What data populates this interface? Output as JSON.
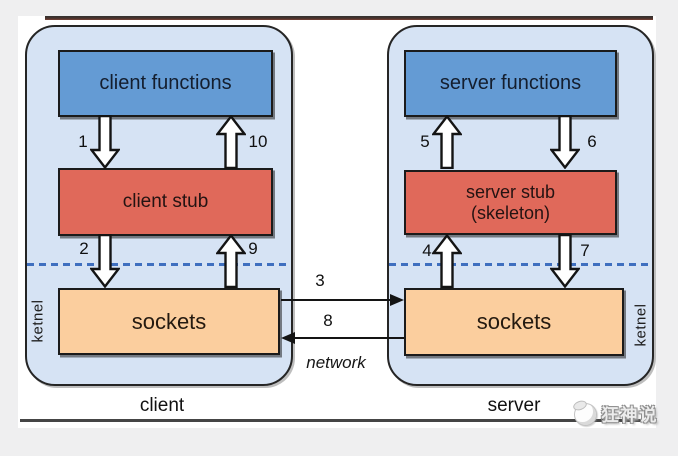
{
  "client": {
    "panel_label": "client",
    "kernel_label": "ketnel",
    "functions_box": "client functions",
    "stub_box": "client stub",
    "sockets_box": "sockets",
    "step_1": "1",
    "step_2": "2",
    "step_9": "9",
    "step_10": "10"
  },
  "server": {
    "panel_label": "server",
    "kernel_label": "ketnel",
    "functions_box": "server functions",
    "stub_box_line1": "server stub",
    "stub_box_line2": "(skeleton)",
    "sockets_box": "sockets",
    "step_4": "4",
    "step_5": "5",
    "step_6": "6",
    "step_7": "7"
  },
  "network": {
    "step_3": "3",
    "step_8": "8",
    "label": "network"
  },
  "watermark": {
    "brand": "狂神说"
  },
  "colors": {
    "panel_fill": "#d6e3f4",
    "functions_fill": "#649bd4",
    "stub_fill": "#e0695a",
    "sockets_fill": "#fbce9e",
    "dashed_line": "#3f6fbf",
    "box_border": "#1b1b1b"
  }
}
